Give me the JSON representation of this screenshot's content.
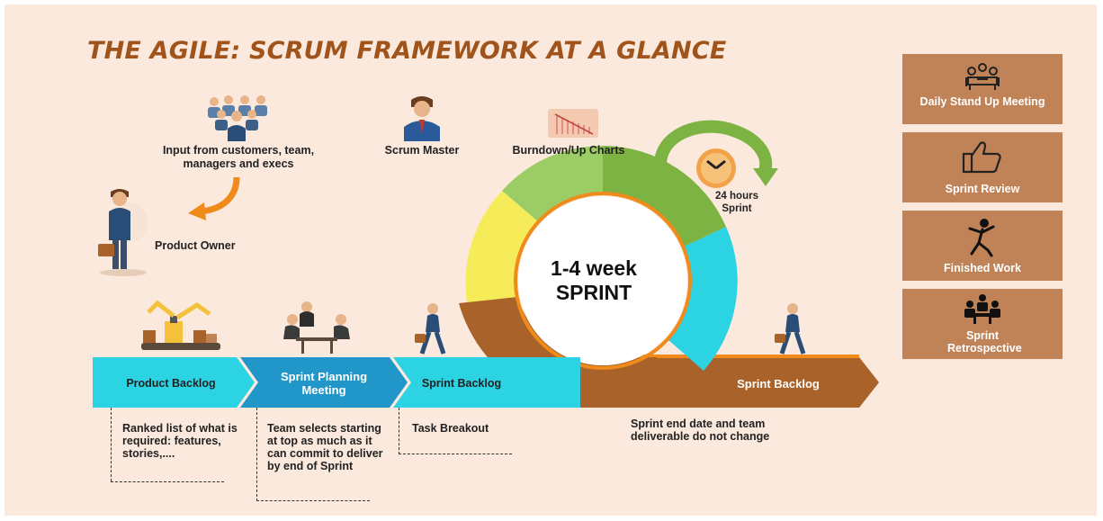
{
  "title": "THE AGILE: SCRUM FRAMEWORK AT A GLANCE",
  "inputs": {
    "stakeholders_label": "Input from customers, team, managers and execs",
    "scrum_master_label": "Scrum Master",
    "burndown_label": "Burndown/Up Charts",
    "product_owner_label": "Product Owner"
  },
  "sprint": {
    "center_line1": "1-4 week",
    "center_line2": "SPRINT",
    "daily_label": "24 hours Sprint"
  },
  "flow": {
    "product_backlog": "Product Backlog",
    "sprint_planning": "Sprint Planning Meeting",
    "sprint_backlog_1": "Sprint Backlog",
    "sprint_backlog_2": "Sprint Backlog"
  },
  "descriptions": {
    "product_backlog": "Ranked list of what is required: features, stories,....",
    "sprint_planning": "Team selects starting at top as much as it can commit to deliver by end of Sprint",
    "task_breakout": "Task Breakout",
    "sprint_end": "Sprint end date and team deliverable do not change"
  },
  "sidebar": {
    "items": [
      {
        "label": "Daily Stand Up Meeting",
        "icon": "meeting-icon"
      },
      {
        "label": "Sprint Review",
        "icon": "thumbs-up-icon"
      },
      {
        "label": "Finished Work",
        "icon": "celebrating-person-icon"
      },
      {
        "label": "Sprint Retrospective",
        "icon": "team-table-icon"
      }
    ]
  },
  "colors": {
    "title": "#a0541c",
    "background": "#fbe9dd",
    "cyan_light": "#2cd3e3",
    "blue": "#2196c8",
    "brown": "#a8622a",
    "green": "#9ccc65",
    "green_dark": "#7cb342",
    "yellow": "#f6ec5a",
    "orange": "#f08a1a",
    "sidebox": "#c08357"
  }
}
